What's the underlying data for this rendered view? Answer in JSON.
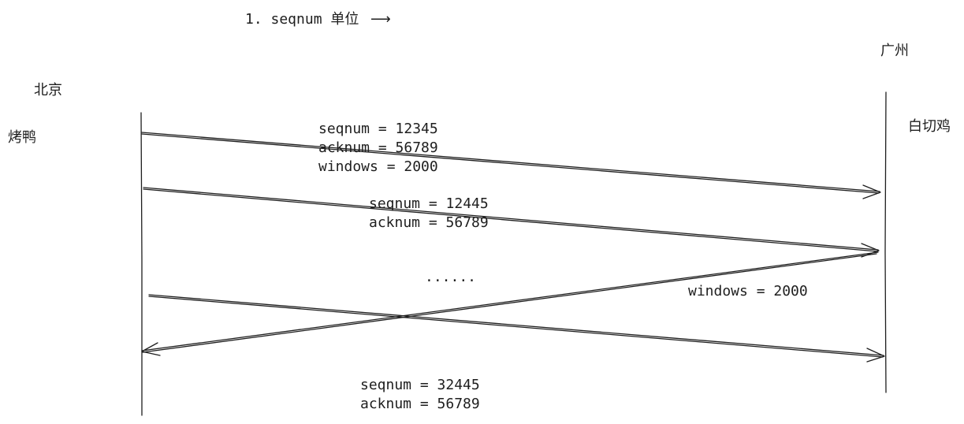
{
  "header": {
    "title": "1. seqnum 单位",
    "title_arrow": "⟶"
  },
  "left_party": {
    "city": "北京",
    "item": "烤鸭"
  },
  "right_party": {
    "city": "广州",
    "item": "白切鸡"
  },
  "messages": {
    "first": {
      "seqnum": "seqnum = 12345",
      "acknum": "acknum = 56789",
      "windows": "windows = 2000"
    },
    "second": {
      "seqnum": "seqnum = 12445",
      "acknum": "acknum = 56789"
    },
    "ellipsis": "......",
    "reply": {
      "windows": "windows = 2000"
    },
    "last": {
      "seqnum": "seqnum = 32445",
      "acknum": "acknum = 56789"
    }
  },
  "colors": {
    "ink": "#1e1e1e",
    "background": "#ffffff"
  }
}
